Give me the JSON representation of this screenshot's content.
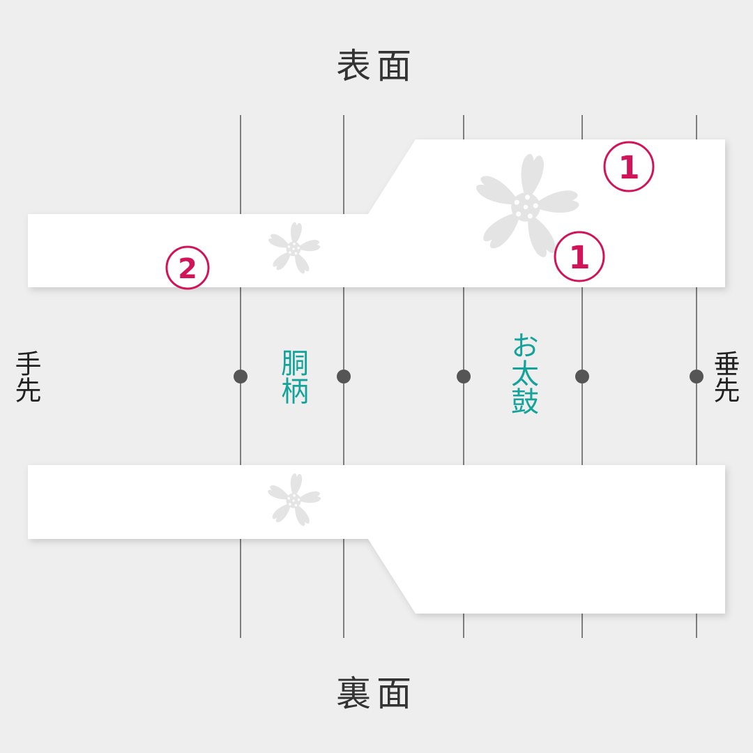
{
  "title_front": "表面",
  "title_back": "裏面",
  "end_left": "手先",
  "end_right": "垂先",
  "section_dou": "胴柄",
  "section_otaiko": "お太鼓",
  "marker_1": "1",
  "marker_2": "2",
  "colors": {
    "background": "#eeeeee",
    "belt": "#ffffff",
    "guide_line": "#333333",
    "dot": "#555555",
    "section_label": "#13a39a",
    "marker": "#d1145a",
    "flower": "#e4e4e4",
    "flower_center": "#ffffff"
  },
  "icons": {
    "flower": "sakura-flower-icon",
    "marker": "circled-number-icon"
  }
}
